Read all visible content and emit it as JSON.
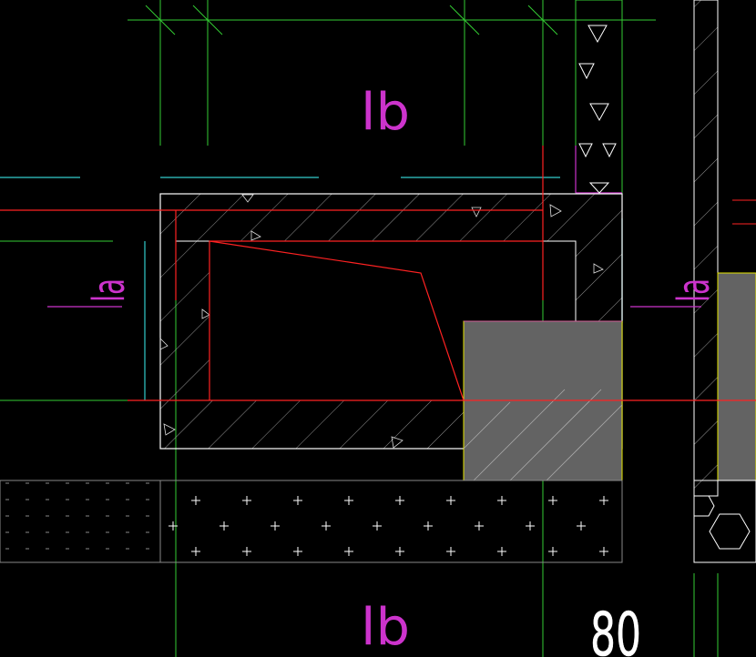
{
  "drawing": {
    "labels": {
      "top_lb": "lb",
      "bottom_lb": "lb",
      "left_la": "la",
      "right_la": "la",
      "dimension": "80"
    },
    "colors": {
      "background": "#000000",
      "grid_line": "#33cc33",
      "axis_cyan": "#33cccc",
      "outline_white": "#ffffff",
      "rebar_red": "#ff2222",
      "label_magenta": "#cc33cc",
      "fill_grey": "#636363",
      "edge_yellow": "#e6e600",
      "hatch": "#bbbbbb"
    }
  }
}
